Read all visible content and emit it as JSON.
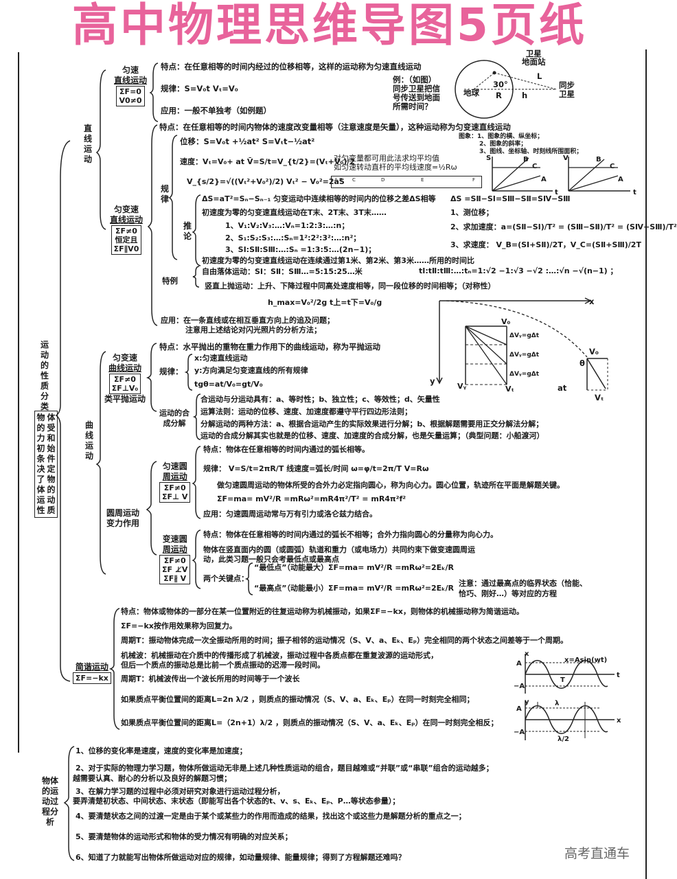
{
  "title": "高中物理思维导图5页纸",
  "watermark": "高考直通车",
  "root": {
    "label": "运动的性质分类",
    "box_cols": [
      "物的力初条决了体运性",
      "体受和始件定物的动质"
    ]
  },
  "linear": {
    "label": "直线运动",
    "uniform": {
      "name_1": "匀速",
      "name_2": "直线运动",
      "cond_1": "ΣF=0",
      "cond_2": "V0≠0",
      "feature": "特点：在任意相等的时间内经过的位移相等，这样的运动称为匀速直线运动",
      "law": "规律：S=V₀t      Vₜ=V₀",
      "application": "应用：一般不单独考（如例题）",
      "example": [
        "例：（如图）",
        "同步卫星把信",
        "号传送到地面",
        "所需时间？"
      ],
      "diagram": {
        "satellite_station": [
          "卫星",
          "地面站"
        ],
        "earth": "地球",
        "angle": "30°",
        "R": "R",
        "h": "h",
        "L": "L",
        "sync_sat": [
          "同步",
          "卫星"
        ]
      }
    },
    "accel": {
      "name_1": "匀变速",
      "name_2": "直线运动",
      "cond": [
        "ΣF≠0",
        "恒定且",
        "ΣF∥V0"
      ],
      "feature": "特点：在任意相等的时间内物体的速度改变量相等（注意速度是矢量），这种运动称为匀变速直线运动",
      "law_label": "规律",
      "displacement": "位移：S=V₀t +½at²     S=Vₜt−½at²",
      "velocity": "速度：Vₜ=V₀+ at  V̄=S/t=V_{t/2}=(Vₜ+V₀)/2",
      "velocity_note_1": "对匀变量都可用此法求均平均值",
      "velocity_note_2": "如匀速转动直杆的平均线速度=½Rω",
      "mid_pos": "V_{s/2}=√((Vₜ²+V₀²)/2)    Vₜ² − V₀²=2aS",
      "tape_marks": [
        "A B",
        "C",
        "D",
        "E",
        "F"
      ],
      "graph_notes": [
        "图象：1、图象的横、纵坐标；",
        "2、图象的斜率；",
        "3、图线、坐标轴、时刻线所围面积；"
      ],
      "graph_s": {
        "y": "S",
        "x": "t",
        "lines": [
          "B",
          "C",
          "A"
        ]
      },
      "graph_v": {
        "y": "V",
        "x": "t",
        "lines": [
          "B",
          "C",
          "A"
        ]
      },
      "inference_label": "推论",
      "inference": [
        "ΔS=aT²=Sₙ−Sₙ₋₁  匀变运动中连续相等的时间内的位移之差ΔS相等",
        "初速度为零的匀变速直线运动在T末、2T末、3T末……",
        "1、V₁:V₂:V₃:…:Vₙ=1:2:3:…:n；",
        "2、S₁:S₂:S₃:…:Sₙ=1²:2²:3²:…:n²；",
        "3、SⅠ:SⅡ:SⅢ:…:Sₙ =1:3:5:…(2n−1)；",
        "初速度为零的匀变速直线运动在连续通过第1米、第2米、第3米……所用的时间比"
      ],
      "delta_s": "ΔS =SⅡ−SⅠ=SⅢ−SⅡ=SⅣ−SⅢ",
      "tape_steps": [
        "1、测位移；",
        "2、求加速度：a=(SⅡ−SⅠ)/T² = (SⅢ−SⅡ)/T² = (SⅣ−SⅢ)/T²",
        "3、求速度：  V_B=(SⅠ+SⅡ)/2T，V_C=(SⅡ+SⅢ)/2T"
      ],
      "time_ratio": "tⅠ:tⅡ:tⅢ:…:tₙ=1:√2 −1:√3 −√2 :…:√n −√(n−1) ；",
      "special_label": "特例",
      "special": [
        "自由落体运动：SⅠ：SⅡ：SⅢ…=5:15:25…米",
        "竖直上抛运动：上升、下降过程中同高处速度相等，同一段位移的时间相等；（对称性）",
        "h_max=V₀²/2g    t上=t下=V₀/g"
      ],
      "application": [
        "应用：在一条直线或在相互垂直方向上的追及问题；",
        "注意用上述结论对闪光照片的分析方法；"
      ]
    }
  },
  "curve": {
    "label": "曲线运动",
    "projectile": {
      "name_1": "匀变速",
      "name_2": "曲线运动",
      "cond": [
        "ΣF≠0",
        "ΣF⊥V₀"
      ],
      "alias": "类平抛运动",
      "feature": "特点：水平抛出的重物在重力作用下的曲线运动，称为平抛运动",
      "law_label": "规律：",
      "laws": [
        "x:匀速直线运动",
        "y:方向满足匀变速直线的所有规律",
        "tgθ=at/V₀=gt/V₀"
      ],
      "compose_label": [
        "运动的合",
        "成分解"
      ],
      "compose": [
        "合运动与分运动具有：a、等时性；b、独立性；c、等效性；d、矢量性",
        "运算法则：运动的位移、速度、加速度都遵守平行四边形法则；",
        "分解运动的两种方法：a、根据合运动产生的实际效果进行分解；b、根据解题需要用正交分解法分解；",
        "运动的合成分解其实也就是的位移、速度、加速度的合成分解，也是矢量运算；（典型问题：小船渡河）"
      ],
      "diagram": {
        "x_axis": "x",
        "y_axis": "y",
        "v0": "V₀",
        "dv": "ΔVᵧ=gΔt",
        "vy": "Vᵧ",
        "vt": "Vₜ",
        "theta": "θ",
        "at": "at"
      }
    },
    "circular": {
      "name_1": "圆周运动",
      "name_2": "变力作用",
      "uniform": {
        "name_1": "匀速圆",
        "name_2": "周运动",
        "cond": [
          "ΣF≠0",
          "ΣF⊥ V"
        ],
        "feature": "特点：物体在任意相等的时间内通过的弧长相等。",
        "law": "规律：  V=S/t=2πR/T  线速度=弧长/时间  ω=φ/t=2π/T   V=Rω",
        "note": "做匀速圆周运动的物体所受的合外力必定指向圆心，称为向心力。圆心位置，轨迹所在平面是解题关键。",
        "force": "ΣF=ma= mV²/R  =mRω²=mR4π²/T² = mR4π²f²",
        "application": "应用：匀速圆周运动常与万有引力或洛仑兹力结合。"
      },
      "variable": {
        "name_1": "变速圆",
        "name_2": "周运动",
        "cond": [
          "ΣF≠0",
          "ΣF ⊥̸V",
          "ΣF∦ V"
        ],
        "feature": "特点：物体在任意相等的时间内通过的弧长不相等；合外力指向圆心的分量称为向心力。",
        "desc_1": "物体在竖直面内的圆（或圆弧）轨道和重力（或电场力）共同约束下做变速圆周运",
        "desc_2": "动，此类习题一般只会考最低点或最高点",
        "key_label": "两个关键点：",
        "lowest": "“最低点”（动能最大）ΣF=ma= mV²/R  =mRω²=2Eₖ/R",
        "highest": "“最高点”（动能最小）ΣF=ma= mV²/R  =mRω²=2Eₖ/R",
        "note_1": "注意：通过最高点的临界状态（恰能、",
        "note_2": "恰巧、刚好…）等对应的方程"
      }
    }
  },
  "shm": {
    "name": "简谐运动",
    "cond": "ΣF=−kx",
    "lines": [
      "特点：物体或物体的一部分在某一位置附近的往复运动称为机械振动，如果ΣF=−kx，则物体的机械振动称为简谐运动。",
      "ΣF=−kx按作用效果称为回复力。",
      "周期T：振动物体完成一次全振动所用的时间；振子相邻的运动情况（S、V、a、Eₖ、Eₚ）完全相同的两个状态之间差等于一个周期。",
      "机械波：机械振动在介质中的传播形成了机械波，振动过程中各质点都在重复波源的运动形式，",
      "但后一个质点的振动总是比前一个质点振动的迟滞一段时间。",
      "周期T：机械波传出一个波长所用的时间等于一个波长",
      "如果质点平衡位置间的距离L=2n λ/2 ，则质点的振动情况（S、V、a、Eₖ、Eₚ）在同一时刻完全相同；",
      "如果质点平衡位置间的距离L=（2n+1）λ/2 ，则质点的振动情况（S、V、a、Eₖ、Eₚ）在同一时刻完全相反；"
    ],
    "graph1": {
      "y": "x",
      "x": "t",
      "A": "A",
      "negA": "−A",
      "eq": "x=Asin(wt)",
      "T": "T"
    },
    "graph2": {
      "y": "y",
      "x": "x",
      "A": "A",
      "negA": "−A",
      "lambda": "λ",
      "half": "λ/2"
    }
  },
  "process": {
    "label": "物体的运动过程分析",
    "items": [
      "1、位移的变化率是速度，速度的变化率是加速度；",
      "2、对于实际的物理力学习题，物体所做运动无非是上述几种性质运动的组合，题目越难或“并联”或“串联”组合的运动越多；",
      "越需要认真、耐心的分析以及良好的解题习惯；",
      "3、在解力学习题的过程中必须对研究对象进行运动过程分析，",
      "要弄清楚初状态、中间状态、末状态（即能写出各个状态的t、v、s、Eₖ、Eₚ、P…等状态参量）；",
      "4、要清楚状态之间的过渡一定是由于某个或某些力的作用而造成的结果，找出这个或这些力是解题分析的重点之一；",
      "5、要清楚物体的运动形式和物体的受力情况有明确的对应关系；",
      "6、知道了力就能写出物体所做运动对应的规律，如动量规律、能量规律；得到了方程解题还难吗？"
    ]
  },
  "colors": {
    "title": "#e8639b",
    "ink": "#1a1a1a",
    "watermark": "#666666"
  }
}
